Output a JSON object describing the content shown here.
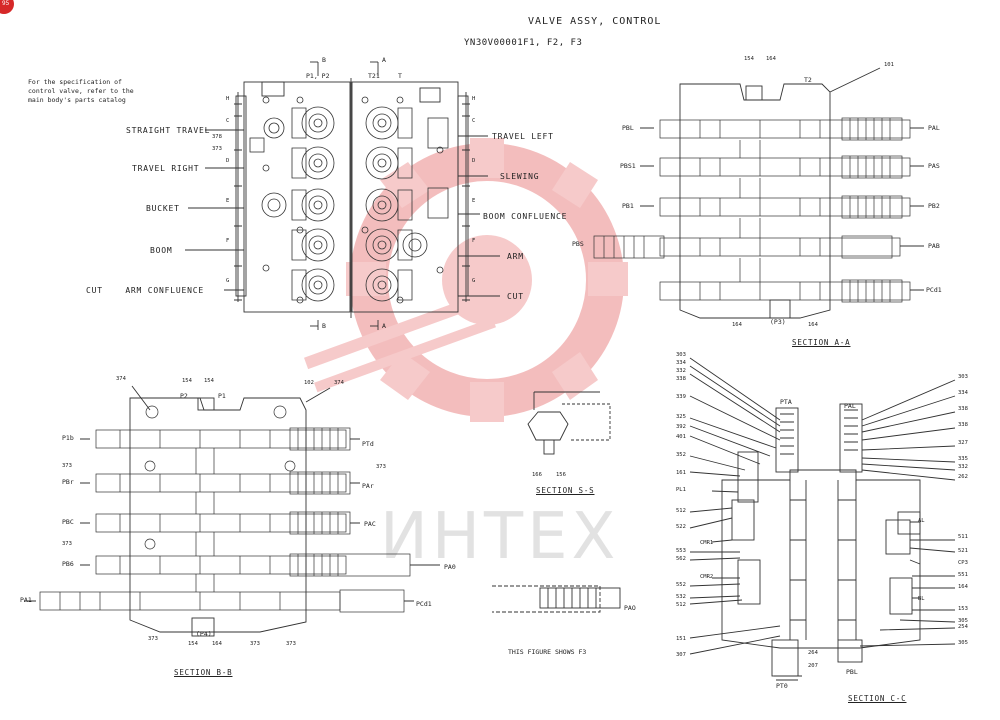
{
  "page_id": "95",
  "title": "VALVE ASSY, CONTROL",
  "part_code": "YN30V00001F1, F2, F3",
  "note": "For the specification of\ncontrol valve, refer to the\nmain body's parts catalog",
  "watermark": "ИНТЕХ",
  "left_labels": [
    "STRAIGHT TRAVEL",
    "TRAVEL RIGHT",
    "BUCKET",
    "BOOM",
    "CUT    ARM CONFLUENCE"
  ],
  "right_labels": [
    "TRAVEL LEFT",
    "SLEWING",
    "BOOM CONFLUENCE",
    "ARM",
    "CUT"
  ],
  "section_titles": {
    "aa": "SECTION  A-A",
    "bb": "SECTION  B-B",
    "ss": "SECTION  S-S",
    "cc": "SECTION  C-C"
  },
  "figure_note": "THIS FIGURE SHOWS F3",
  "cut_markers": {
    "b": "B",
    "a": "A"
  },
  "front_ports": {
    "p1p2": "P1, P2",
    "t21": "T21",
    "t1": "T"
  },
  "front_callouts": {
    "c1": "378",
    "c2": "373"
  },
  "side_letters_left": [
    "H",
    "C",
    "D",
    "E",
    "F",
    "G"
  ],
  "side_letters_right": [
    "H",
    "C",
    "D",
    "E",
    "F",
    "G"
  ],
  "aa_ports": {
    "left": [
      "PBL",
      "PBS1",
      "PB1",
      "PBS"
    ],
    "right": [
      "PAL",
      "PAS",
      "PB2",
      "PAB",
      "PCd1"
    ],
    "top": [
      "154",
      "164",
      "T2",
      "101"
    ],
    "bottom": [
      "164",
      "(P3)",
      "164"
    ]
  },
  "bb_ports": {
    "left": [
      "P1b",
      "PBr",
      "PBC",
      "PB6",
      "PA1"
    ],
    "right": [
      "PTd",
      "PAr",
      "PAC",
      "PA0",
      "PCd1"
    ],
    "top": [
      "374",
      "P2",
      "P1",
      "154",
      "154",
      "102",
      "374"
    ],
    "callouts_left": [
      "373",
      "373"
    ],
    "callouts_right": [
      "373"
    ],
    "bottom": [
      "373",
      "(P4)",
      "154",
      "164",
      "373",
      "373"
    ]
  },
  "ss_callouts": [
    "166",
    "156"
  ],
  "pao_label": "PAO",
  "cc_ports": {
    "top": [
      "PTA",
      "PAL"
    ],
    "left_callouts": [
      "303",
      "334",
      "332",
      "338",
      "339",
      "325",
      "392",
      "401",
      "352",
      "161",
      "PL1",
      "512",
      "522",
      "CMR1",
      "553",
      "562",
      "CMR2",
      "552",
      "532",
      "512",
      "151",
      "307"
    ],
    "right_callouts": [
      "303",
      "334",
      "338",
      "338",
      "327",
      "335",
      "332",
      "262",
      "AL",
      "511",
      "521",
      "CP3",
      "551",
      "164",
      "BL",
      "153",
      "305",
      "254",
      "305"
    ],
    "bottom": [
      "PT0",
      "264",
      "207",
      "PBL"
    ]
  }
}
